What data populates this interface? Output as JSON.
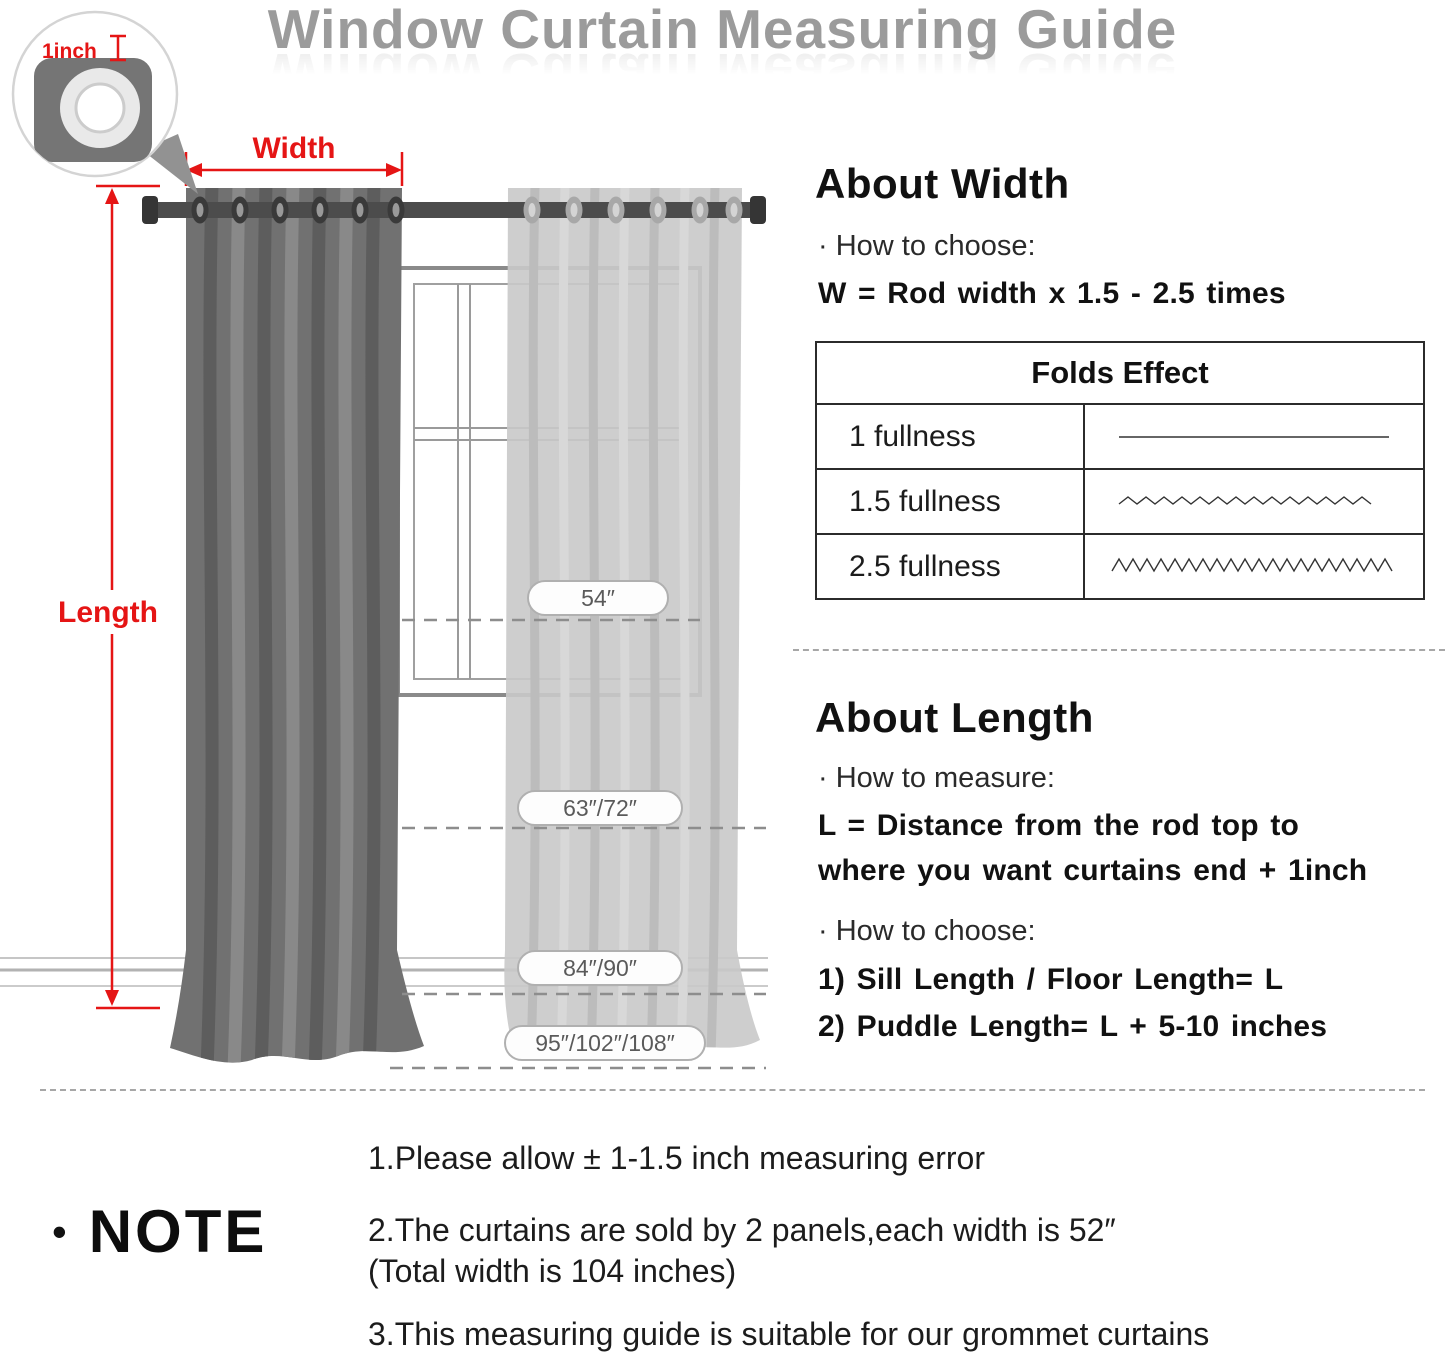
{
  "title": "Window Curtain Measuring Guide",
  "diagram": {
    "tape_label": "1inch",
    "width_label": "Width",
    "length_label": "Length",
    "size_labels": [
      "54″",
      "63″/72″",
      "84″/90″",
      "95″/102″/108″"
    ]
  },
  "about_width": {
    "heading": "About Width",
    "how_to_choose_label": "· How to choose:",
    "formula": "W = Rod width x 1.5 - 2.5 times",
    "table": {
      "header": "Folds Effect",
      "rows": [
        {
          "label": "1 fullness"
        },
        {
          "label": "1.5 fullness"
        },
        {
          "label": "2.5 fullness"
        }
      ]
    }
  },
  "about_length": {
    "heading": "About Length",
    "how_to_measure_label": "· How to measure:",
    "formula_line1": "L = Distance from the rod top to",
    "formula_line2": "where you want curtains end + 1inch",
    "how_to_choose_label": "· How to choose:",
    "options": [
      "1)  Sill Length / Floor Length= L",
      "2)  Puddle Length= L + 5-10 inches"
    ]
  },
  "note": {
    "bullet": "•",
    "heading": "NOTE",
    "items": [
      "1.Please allow ± 1-1.5 inch measuring error",
      "2.The curtains are sold by 2 panels,each width is 52″",
      "(Total width is 104 inches)",
      "3.This measuring guide is suitable for our grommet curtains"
    ]
  },
  "colors": {
    "accent_red": "#e51515",
    "title_gray": "#9b9b9b",
    "curtain_dark": "#6f6f6f",
    "curtain_light": "#c9c9c9"
  }
}
